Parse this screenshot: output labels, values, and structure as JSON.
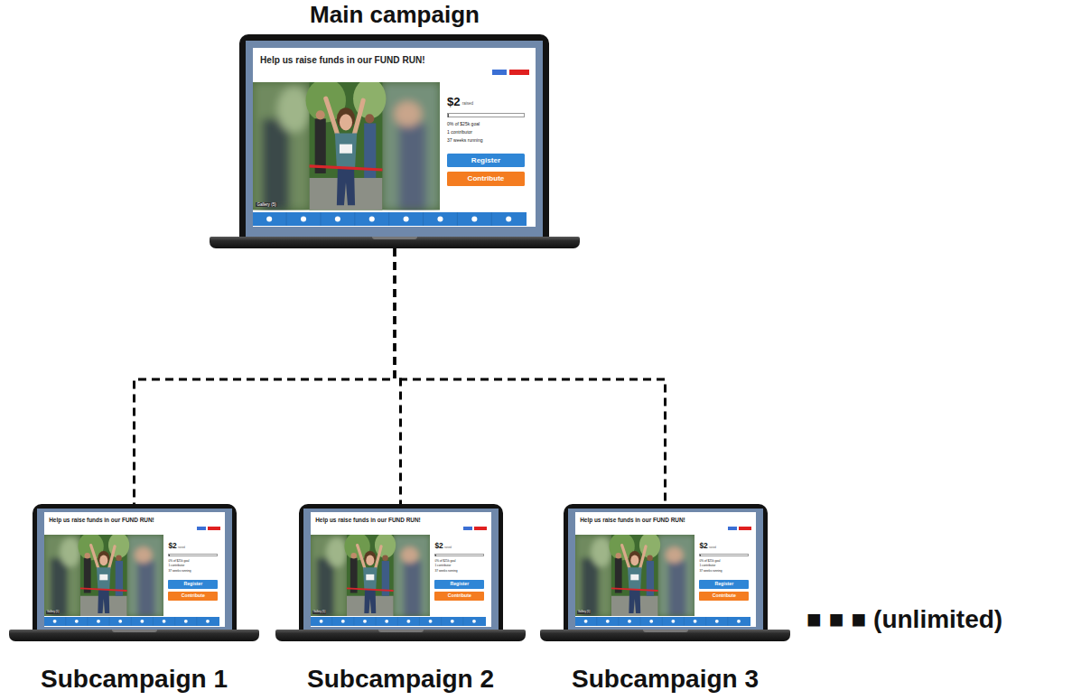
{
  "diagram": {
    "nodes": [
      {
        "text": [
          "Main campaign",
          "Help us raise funds in our FUND RUN!",
          "$2",
          "raised",
          "0% of $25k goal",
          "1 contributor",
          "37 weeks running",
          "Register",
          "Contribute",
          "Gallery (5)"
        ]
      },
      {
        "text": [
          "Subcampaign 1",
          "Help us raise funds in our FUND RUN!",
          "$2",
          "raised",
          "0% of $25k goal",
          "1 contributor",
          "37 weeks running",
          "Register",
          "Contribute",
          "Gallery (5)"
        ]
      },
      {
        "text": [
          "Subcampaign 2",
          "Help us raise funds in our FUND RUN!",
          "$2",
          "raised",
          "0% of $25k goal",
          "1 contributor",
          "37 weeks running",
          "Register",
          "Contribute",
          "Gallery (5)"
        ]
      },
      {
        "text": [
          "Subcampaign 3",
          "Help us raise funds in our FUND RUN!",
          "$2",
          "raised",
          "0% of $25k goal",
          "1 contributor",
          "37 weeks running",
          "Register",
          "Contribute",
          "Gallery (5)"
        ]
      }
    ],
    "edges": [
      {
        "from": 0,
        "to": 1,
        "arrow": "none"
      },
      {
        "from": 0,
        "to": 2,
        "arrow": "none"
      },
      {
        "from": 0,
        "to": 3,
        "arrow": "none"
      }
    ],
    "labels": [
      "■ ■ ■ (unlimited)"
    ]
  }
}
